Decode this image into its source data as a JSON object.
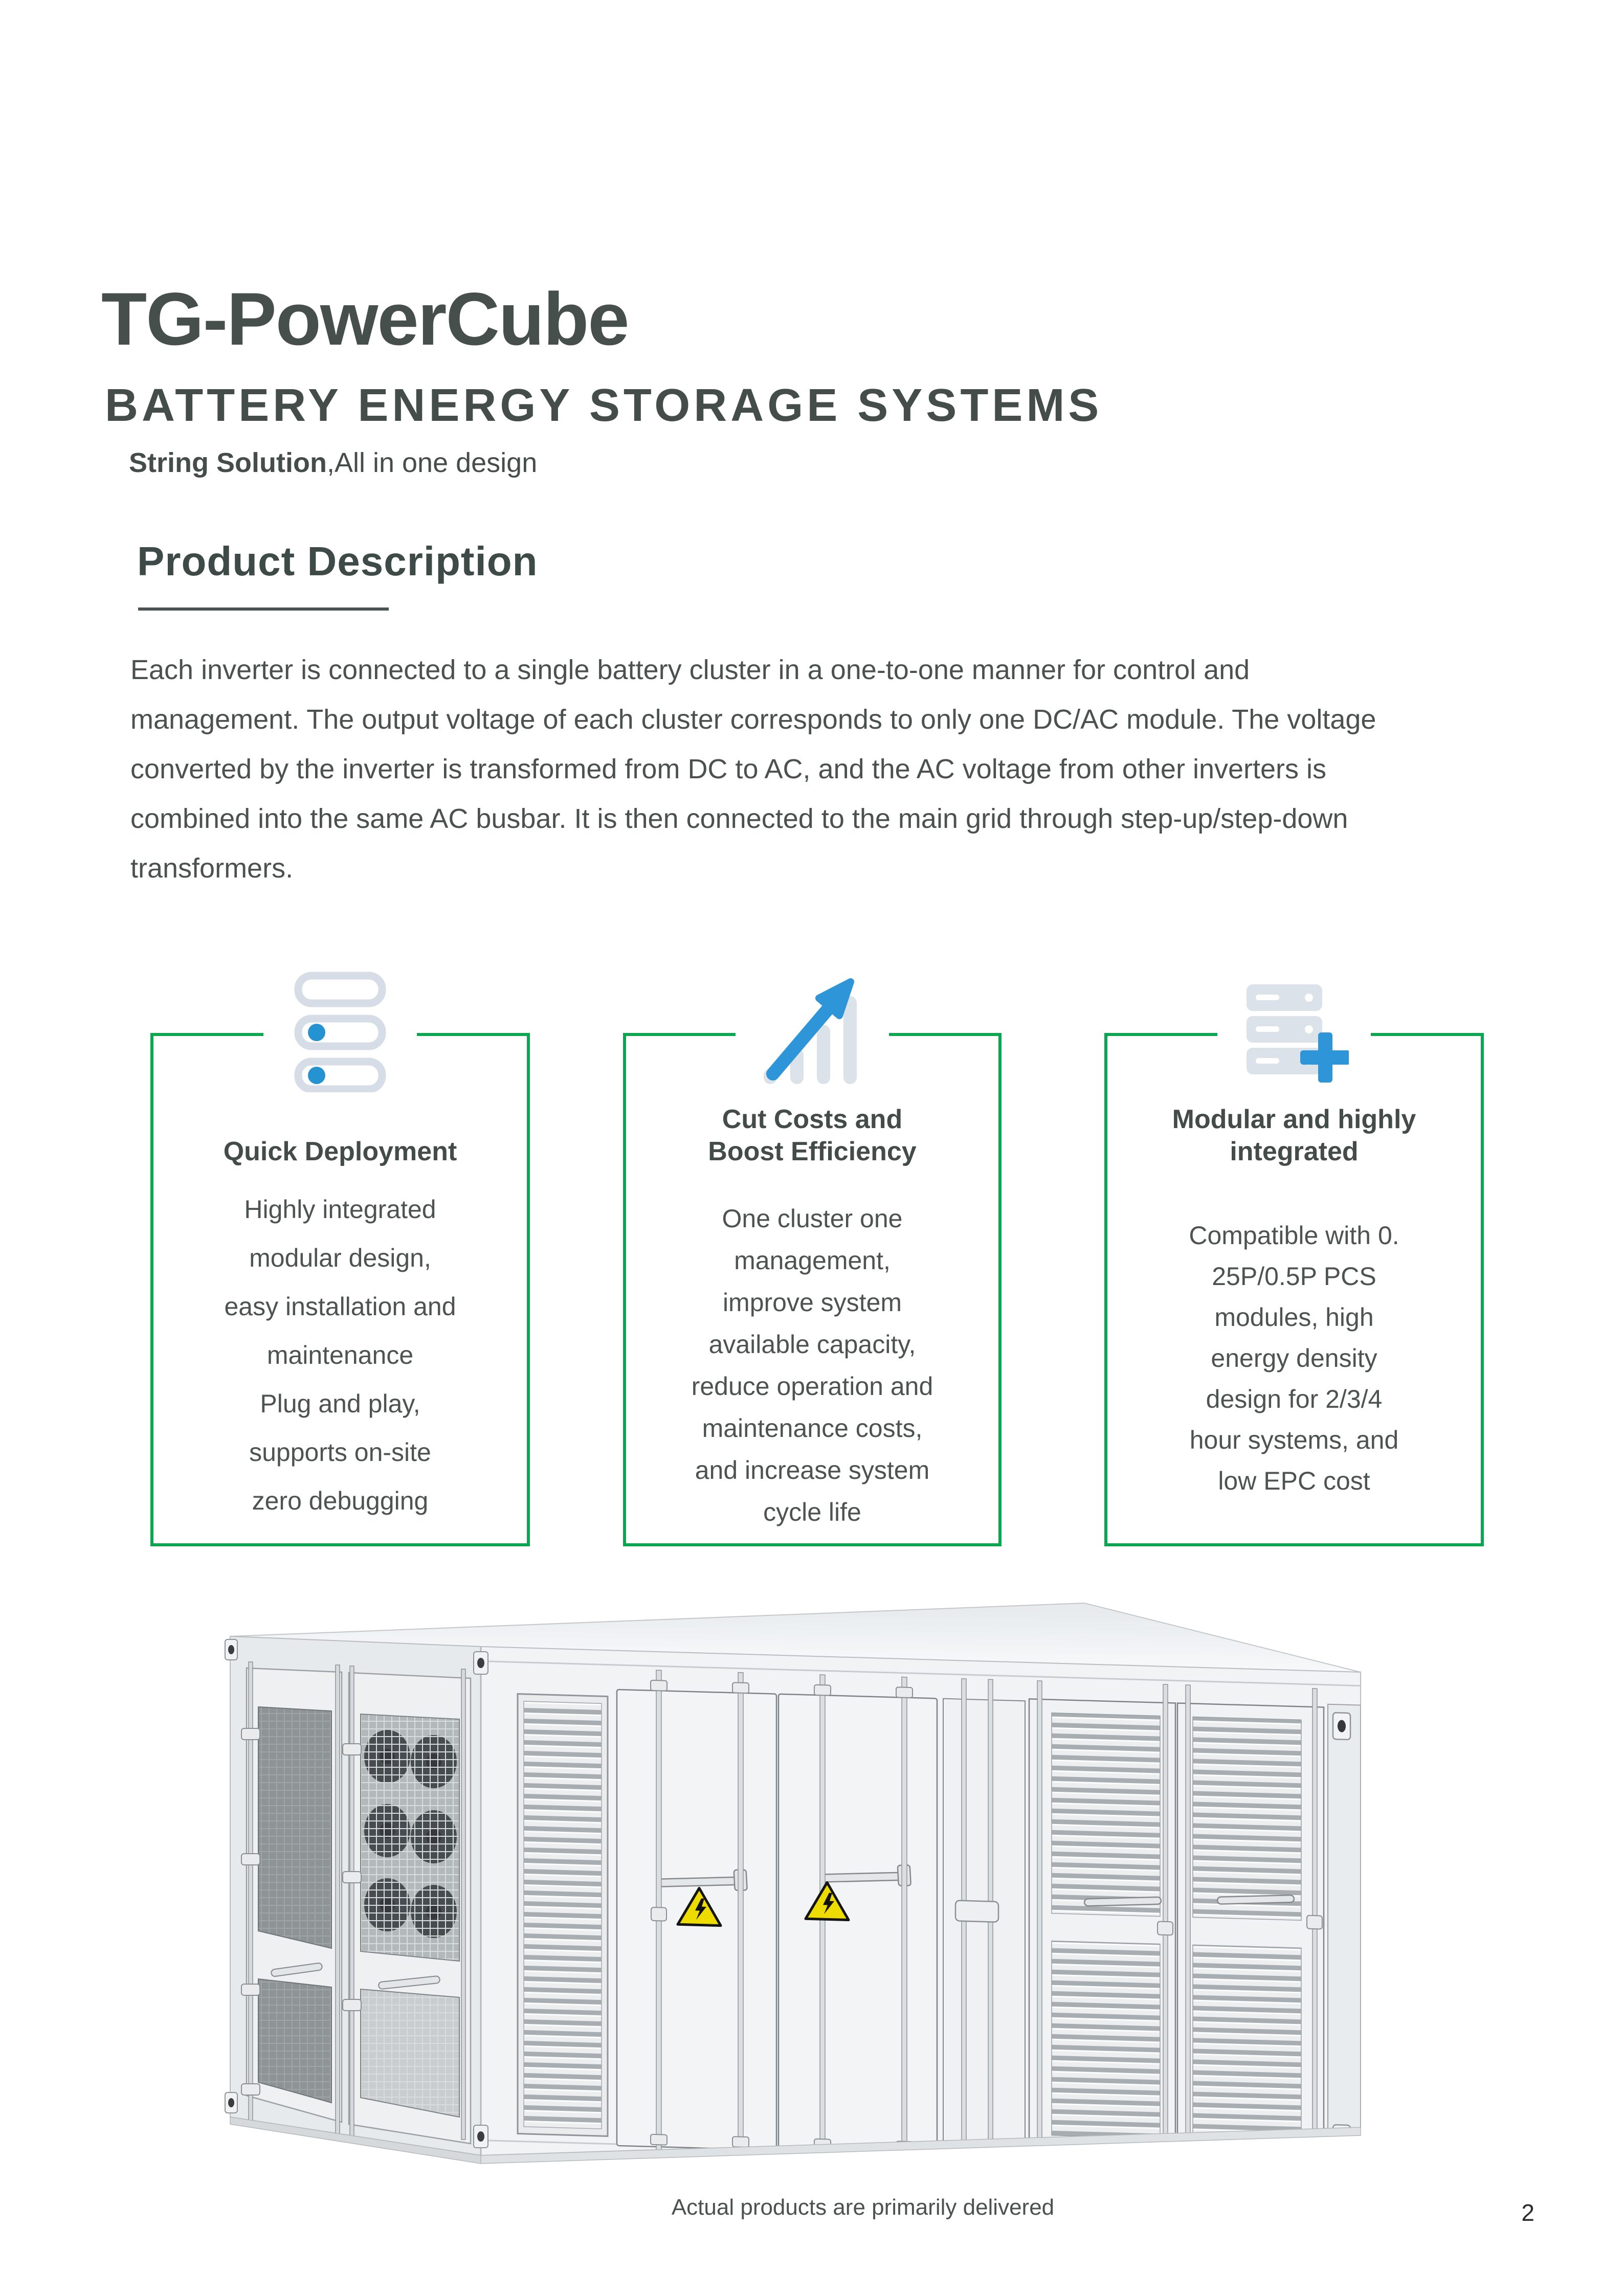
{
  "page": {
    "number": "2"
  },
  "header": {
    "title": "TG-PowerCube",
    "subtitle": "BATTERY ENERGY STORAGE SYSTEMS",
    "tagline_bold": "String Solution",
    "tagline_rest": ",All in one design"
  },
  "product_description": {
    "heading": "Product Description",
    "text": "Each inverter is connected to a single battery cluster in a one-to-one manner for control and\nmanagement. The output voltage of each cluster corresponds to only one DC/AC module. The voltage\nconverted by the inverter is transformed from DC to AC, and the AC voltage from other inverters is\ncombined into the same AC busbar. It is then connected to the main grid through step-up/step-down\ntransformers."
  },
  "features": [
    {
      "icon": "server-stack-icon",
      "title": "Quick Deployment",
      "body": "Highly integrated\nmodular design,\neasy installation and\nmaintenance\nPlug and play,\nsupports on-site\nzero debugging"
    },
    {
      "icon": "growth-chart-icon",
      "title": "Cut Costs and\nBoost Efficiency",
      "body": "One cluster one\nmanagement,\nimprove system\navailable capacity,\nreduce operation and\nmaintenance costs,\nand increase system\ncycle life"
    },
    {
      "icon": "server-plus-icon",
      "title": "Modular and highly\nintegrated",
      "body": "Compatible with 0.\n25P/0.5P PCS\nmodules, high\nenergy density\ndesign for 2/3/4\nhour systems, and\nlow EPC cost"
    }
  ],
  "product_image": {
    "caption": "Actual products are primarily delivered"
  },
  "colors": {
    "accent_green": "#0AA750",
    "accent_blue": "#2E96D8",
    "icon_gray": "#D6DDE6",
    "text_dark": "#454D4B",
    "text_body": "#4C5351",
    "warning_yellow": "#EEDC00"
  }
}
